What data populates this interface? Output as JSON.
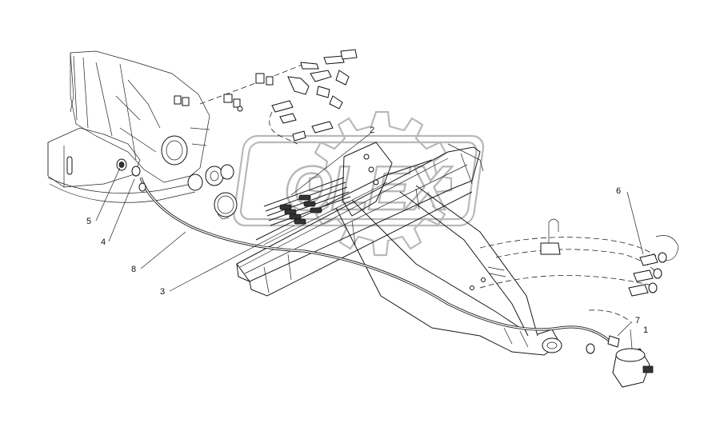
{
  "watermark": {
    "text": "OLEX"
  },
  "callouts": [
    {
      "id": "1",
      "label": "1"
    },
    {
      "id": "2",
      "label": "2"
    },
    {
      "id": "3",
      "label": "3"
    },
    {
      "id": "4",
      "label": "4"
    },
    {
      "id": "5",
      "label": "5"
    },
    {
      "id": "6",
      "label": "6"
    },
    {
      "id": "7",
      "label": "7"
    },
    {
      "id": "8",
      "label": "8"
    }
  ]
}
